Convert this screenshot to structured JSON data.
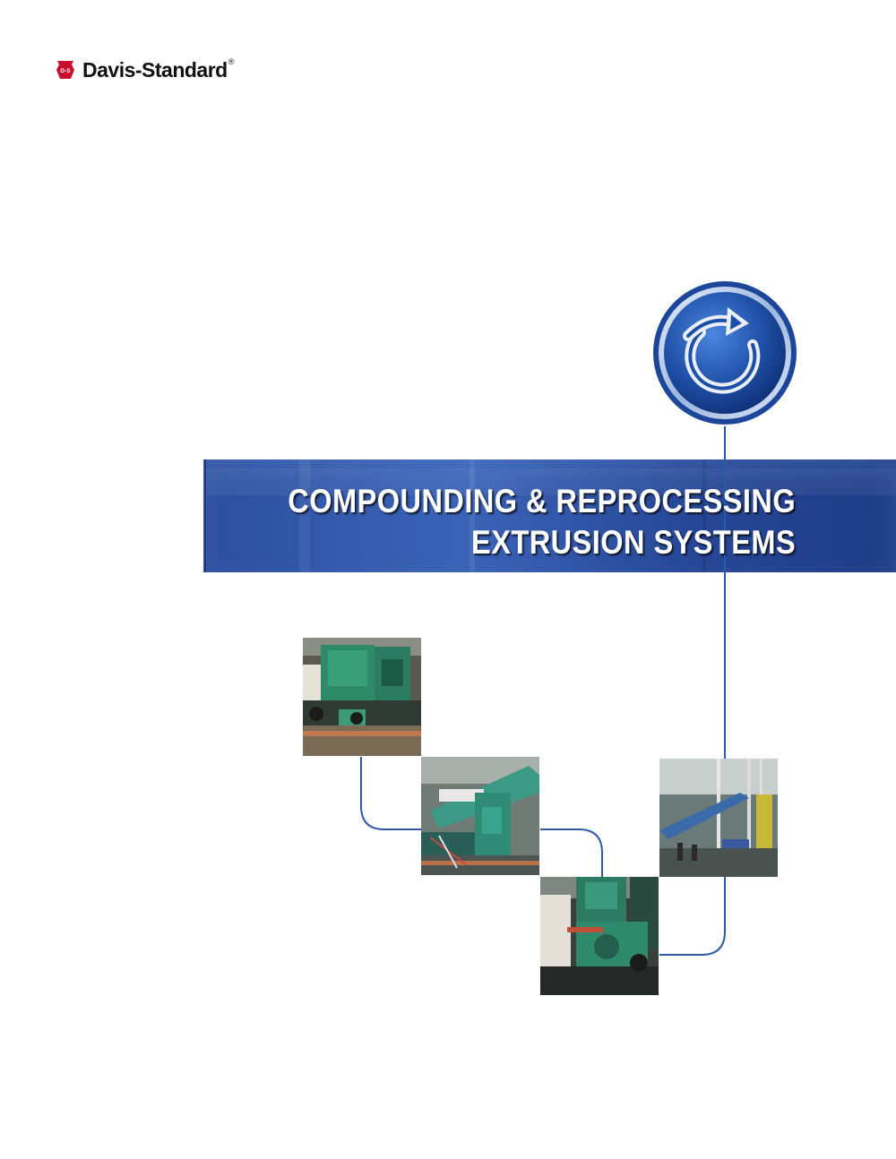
{
  "brand": {
    "logo_mark_text": "D-S",
    "name": "Davis-Standard",
    "registered": "®"
  },
  "banner": {
    "title_line1": "COMPOUNDING & REPROCESSING",
    "title_line2": "EXTRUSION SYSTEMS"
  },
  "badge": {
    "icon": "circular-arrow-icon"
  },
  "photos": [
    {
      "subject": "green-extruder-gearbox"
    },
    {
      "subject": "teal-extruder-line"
    },
    {
      "subject": "green-pelletizer-unit"
    },
    {
      "subject": "reprocessing-plant-interior"
    }
  ],
  "colors": {
    "banner_blue": "#2d4f9e",
    "connector_blue": "#2a5aa8",
    "badge_blue": "#1f4fa6",
    "logo_red": "#c8102e"
  }
}
